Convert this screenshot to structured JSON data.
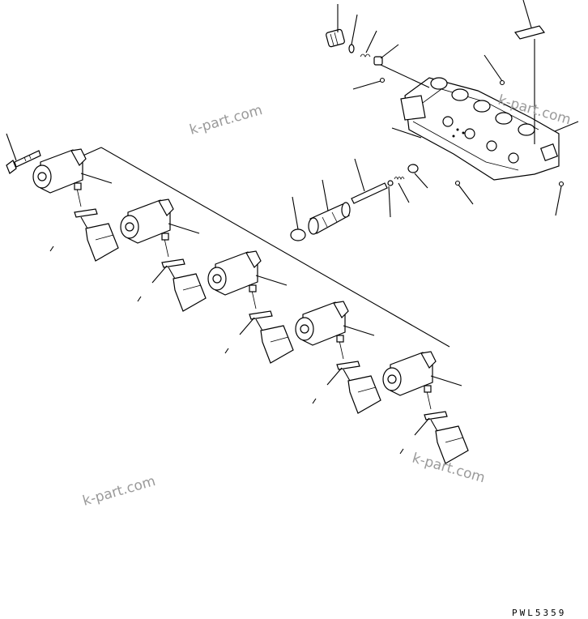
{
  "watermarks": [
    "k-part.com",
    "k-part.com",
    "k-part.com",
    "k-part.com"
  ],
  "drawing_code": "PWL5359"
}
